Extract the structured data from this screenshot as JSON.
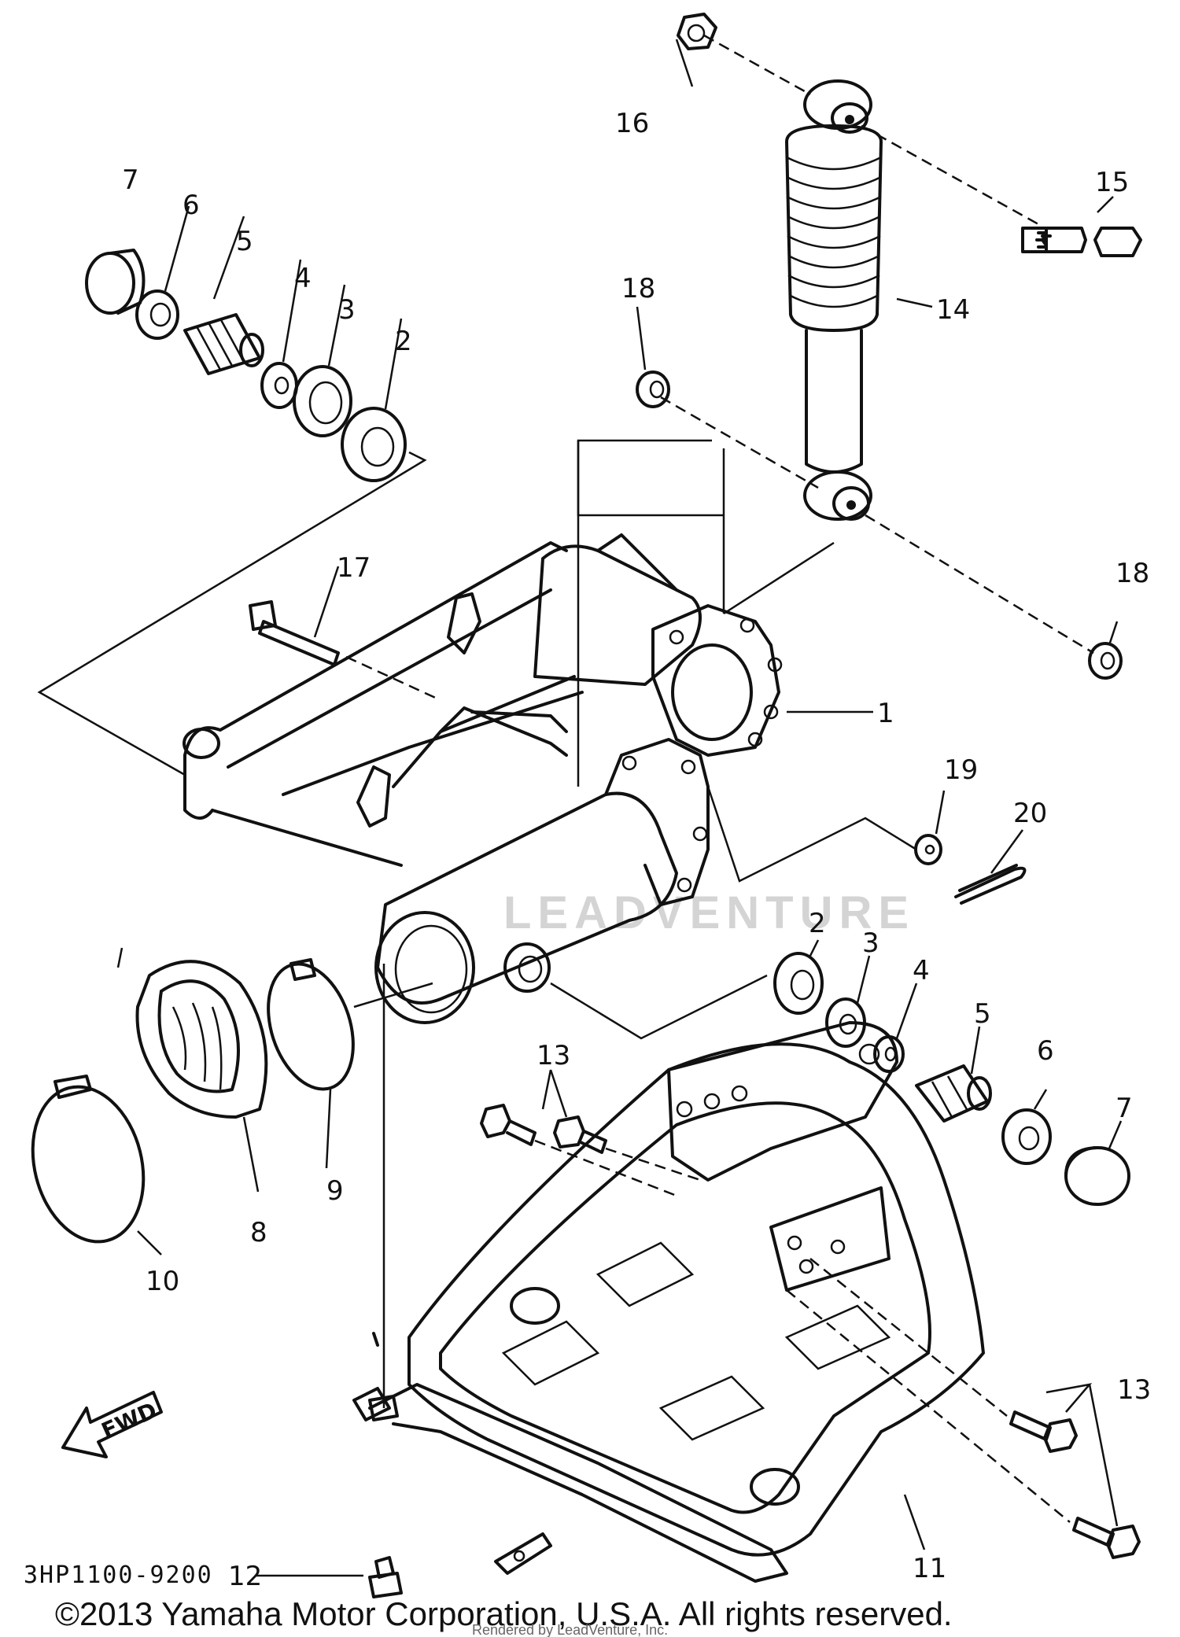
{
  "diagram": {
    "code": "3HP1100-9200",
    "watermark": "LEADVENTURE",
    "copyright": "©2013 Yamaha Motor Corporation, U.S.A. All rights reserved.",
    "render_credit": "Rendered by LeadVenture, Inc.",
    "fwd_label": "FWD",
    "callouts": [
      {
        "id": "c1",
        "text": "1"
      },
      {
        "id": "c2a",
        "text": "2"
      },
      {
        "id": "c2b",
        "text": "2"
      },
      {
        "id": "c3a",
        "text": "3"
      },
      {
        "id": "c3b",
        "text": "3"
      },
      {
        "id": "c4a",
        "text": "4"
      },
      {
        "id": "c4b",
        "text": "4"
      },
      {
        "id": "c5a",
        "text": "5"
      },
      {
        "id": "c5b",
        "text": "5"
      },
      {
        "id": "c6a",
        "text": "6"
      },
      {
        "id": "c6b",
        "text": "6"
      },
      {
        "id": "c7a",
        "text": "7"
      },
      {
        "id": "c7b",
        "text": "7"
      },
      {
        "id": "c8",
        "text": "8"
      },
      {
        "id": "c9",
        "text": "9"
      },
      {
        "id": "c10",
        "text": "10"
      },
      {
        "id": "c11",
        "text": "11"
      },
      {
        "id": "c12",
        "text": "12"
      },
      {
        "id": "c13a",
        "text": "13"
      },
      {
        "id": "c13b",
        "text": "13"
      },
      {
        "id": "c14",
        "text": "14"
      },
      {
        "id": "c15",
        "text": "15"
      },
      {
        "id": "c16",
        "text": "16"
      },
      {
        "id": "c17",
        "text": "17"
      },
      {
        "id": "c18a",
        "text": "18"
      },
      {
        "id": "c18b",
        "text": "18"
      },
      {
        "id": "c19",
        "text": "19"
      },
      {
        "id": "c20",
        "text": "20"
      }
    ]
  }
}
